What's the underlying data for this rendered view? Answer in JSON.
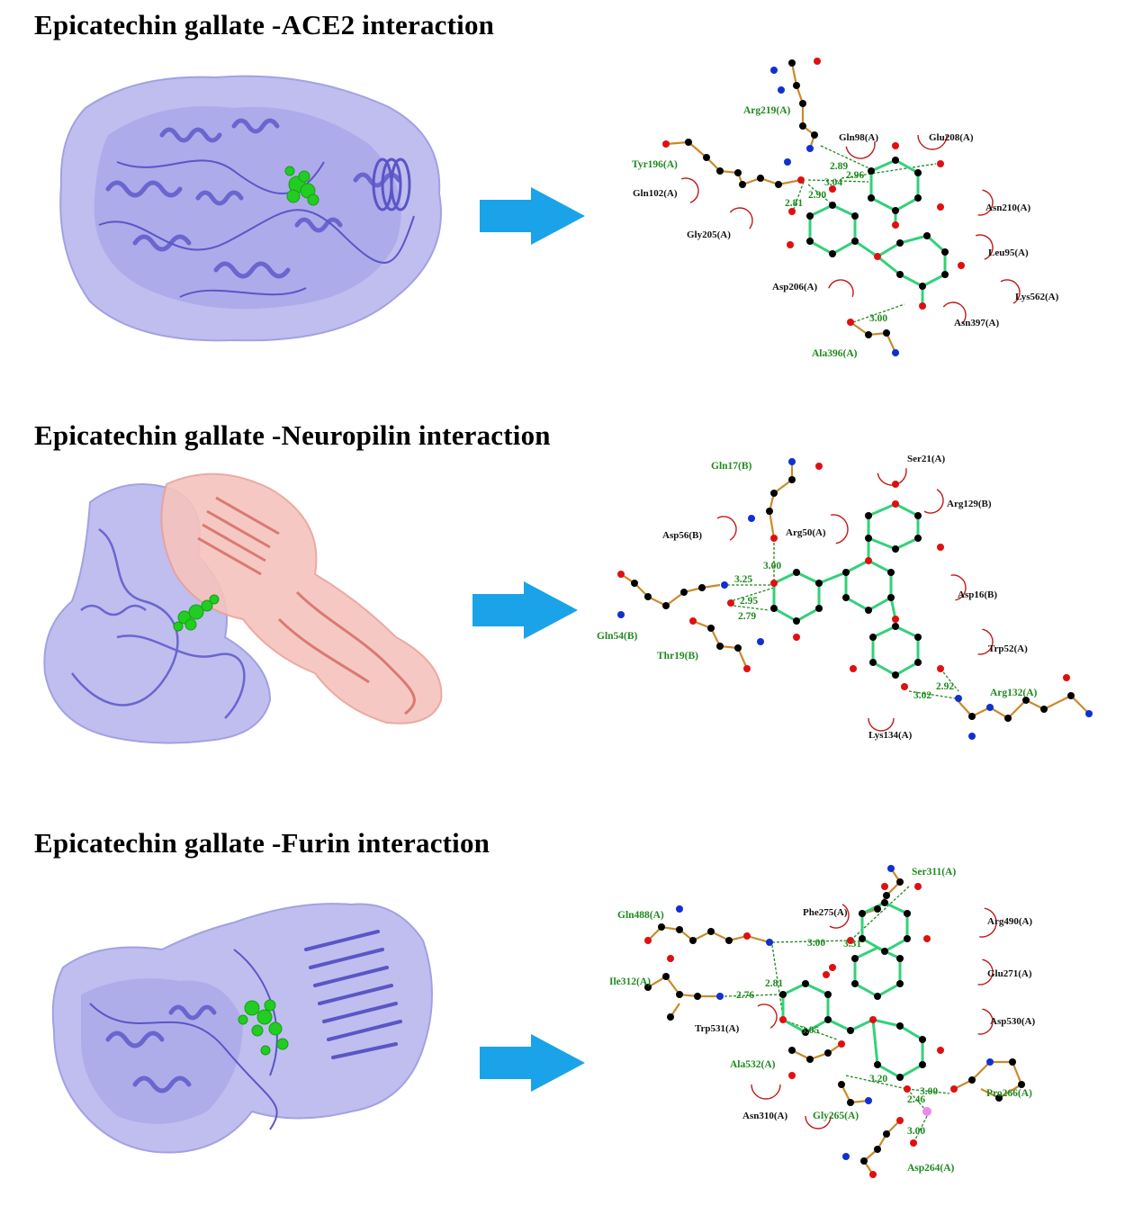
{
  "colors": {
    "protein_main": "#7b78d6",
    "protein_surface": "#b9b7ee",
    "protein_secondary": "#f0a8a2",
    "ligand": "#22cc22",
    "arrow": "#1aa3e8",
    "bond_ligand": "#33d17a",
    "bond_residue": "#c98a2a",
    "hbond": "#1e8a1e",
    "atom_C": "#000000",
    "atom_O": "#e01010",
    "atom_N": "#1030d0",
    "hydrophobic": "#c01818"
  },
  "panels": [
    {
      "title": "Epicatechin gallate -ACE2 interaction",
      "hbond_residues": [
        "Arg219(A)",
        "Tyr196(A)",
        "Ala396(A)"
      ],
      "hydrophobic_residues": [
        "Gln98(A)",
        "Glu208(A)",
        "Gln102(A)",
        "Asn210(A)",
        "Gly205(A)",
        "Leu95(A)",
        "Asp206(A)",
        "Lys562(A)",
        "Asn397(A)"
      ],
      "distances": [
        "2.89",
        "2.96",
        "3.04",
        "2.81",
        "2.90",
        "3.00"
      ]
    },
    {
      "title": "Epicatechin gallate -Neuropilin interaction",
      "hbond_residues": [
        "Gln17(B)",
        "Gln54(B)",
        "Thr19(B)",
        "Arg132(A)"
      ],
      "hydrophobic_residues": [
        "Ser21(A)",
        "Arg129(B)",
        "Asp56(B)",
        "Arg50(A)",
        "Asp16(B)",
        "Trp52(A)",
        "Lys134(A)"
      ],
      "distances": [
        "3.00",
        "3.25",
        "2.95",
        "2.79",
        "2.92",
        "3.02"
      ]
    },
    {
      "title": "Epicatechin gallate -Furin interaction",
      "hbond_residues": [
        "Ser311(A)",
        "Gln488(A)",
        "Ile312(A)",
        "Ala532(A)",
        "Gly265(A)",
        "Pro266(A)",
        "Asp264(A)"
      ],
      "hydrophobic_residues": [
        "Phe275(A)",
        "Arg490(A)",
        "Glu271(A)",
        "Trp531(A)",
        "Asp530(A)",
        "Asn310(A)"
      ],
      "distances": [
        "3.00",
        "3.31",
        "2.81",
        "2.76",
        "3.05",
        "3.20",
        "3.00",
        "2.46",
        "3.00"
      ]
    }
  ]
}
